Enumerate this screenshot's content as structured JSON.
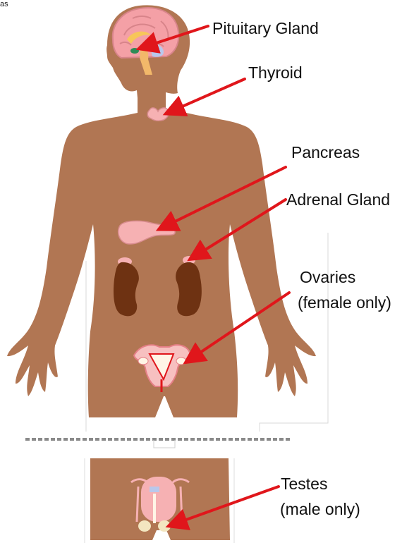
{
  "corner_text": "as",
  "labels": {
    "pituitary": "Pituitary Gland",
    "thyroid": "Thyroid",
    "pancreas": "Pancreas",
    "adrenal": "Adrenal Gland",
    "ovaries_line1": "Ovaries",
    "ovaries_line2": "(female only)",
    "testes_line1": "Testes",
    "testes_line2": "(male only)"
  },
  "colors": {
    "skin": "#b17653",
    "arrow": "#e0161b",
    "brain": "#f4a0a6",
    "gland": "#f6b1b3",
    "kidney": "#6e3212",
    "divider": "#8a8a8a"
  }
}
